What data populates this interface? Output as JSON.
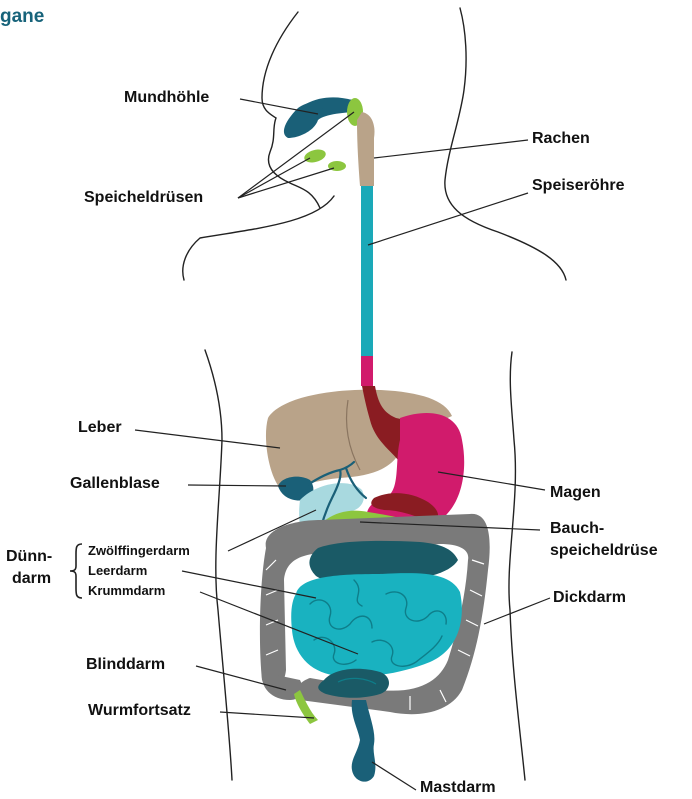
{
  "title": "gane",
  "labels": {
    "mundhoehle": "Mundhöhle",
    "rachen": "Rachen",
    "speicheldruesen": "Speicheldrüsen",
    "speiseroehre": "Speiseröhre",
    "leber": "Leber",
    "gallenblase": "Gallenblase",
    "magen": "Magen",
    "bauch_line1": "Bauch-",
    "bauch_line2": "speicheldrüse",
    "duenn_line1": "Dünn-",
    "duenn_line2": "darm",
    "zwoelffingerdarm": "Zwölffingerdarm",
    "leerdarm": "Leerdarm",
    "krummdarm": "Krummdarm",
    "dickdarm": "Dickdarm",
    "blinddarm": "Blinddarm",
    "wurmfortsatz": "Wurmfortsatz",
    "mastdarm": "Mastdarm"
  },
  "colors": {
    "mouth": "#1a6078",
    "saliva": "#8cc63f",
    "pharynx": "#b9a389",
    "esophagus": "#1aa9b8",
    "liver": "#b9a389",
    "liver_dark": "#8a1c22",
    "stomach": "#d11b6c",
    "gallbladder": "#1a6078",
    "duodenum": "#a8d9df",
    "pancreas": "#8cc63f",
    "small_int_dark": "#1a5a66",
    "small_int": "#19b2c0",
    "large_int": "#7a7a7a",
    "rectum": "#1a6078",
    "outline": "#222222",
    "title": "#17637a"
  }
}
